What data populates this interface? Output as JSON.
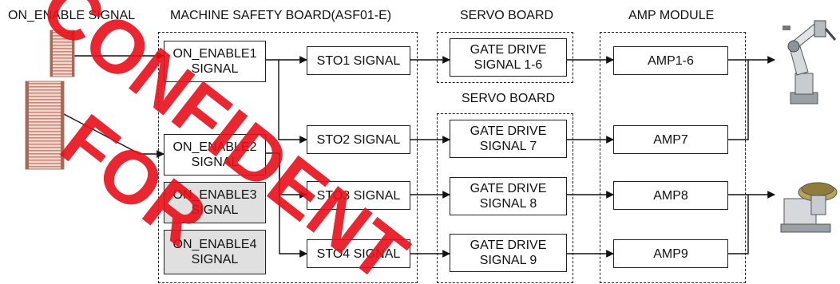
{
  "headers": {
    "on_enable_signal": "ON_ENABLE SIGNAL",
    "safety_board": "MACHINE SAFETY BOARD(ASF01-E)",
    "servo_board_1": "SERVO BOARD",
    "servo_board_2": "SERVO BOARD",
    "amp_module": "AMP MODULE"
  },
  "enable_blocks": [
    {
      "label": "ON_ENABLE1\nSIGNAL",
      "shaded": false
    },
    {
      "label": "ON_ENABLE2\nSIGNAL",
      "shaded": false
    },
    {
      "label": "ON_ENABLE3\nSIGNAL",
      "shaded": true
    },
    {
      "label": "ON_ENABLE4\nSIGNAL",
      "shaded": true
    }
  ],
  "sto_blocks": [
    "STO1 SIGNAL",
    "STO2 SIGNAL",
    "STO3 SIGNAL",
    "STO4 SIGNAL"
  ],
  "gate_blocks": [
    "GATE DRIVE\nSIGNAL 1-6",
    "GATE DRIVE\nSIGNAL 7",
    "GATE DRIVE\nSIGNAL 8",
    "GATE DRIVE\nSIGNAL 9"
  ],
  "amp_blocks": [
    "AMP1-6",
    "AMP7",
    "AMP8",
    "AMP9"
  ],
  "devices": [
    "robot-arm",
    "positioner",
    "light-curtain"
  ],
  "colors": {
    "watermark": "#e8101a",
    "line": "#111111",
    "shaded_box": "#e0e0e0",
    "light_curtain": "#c98a7a"
  }
}
